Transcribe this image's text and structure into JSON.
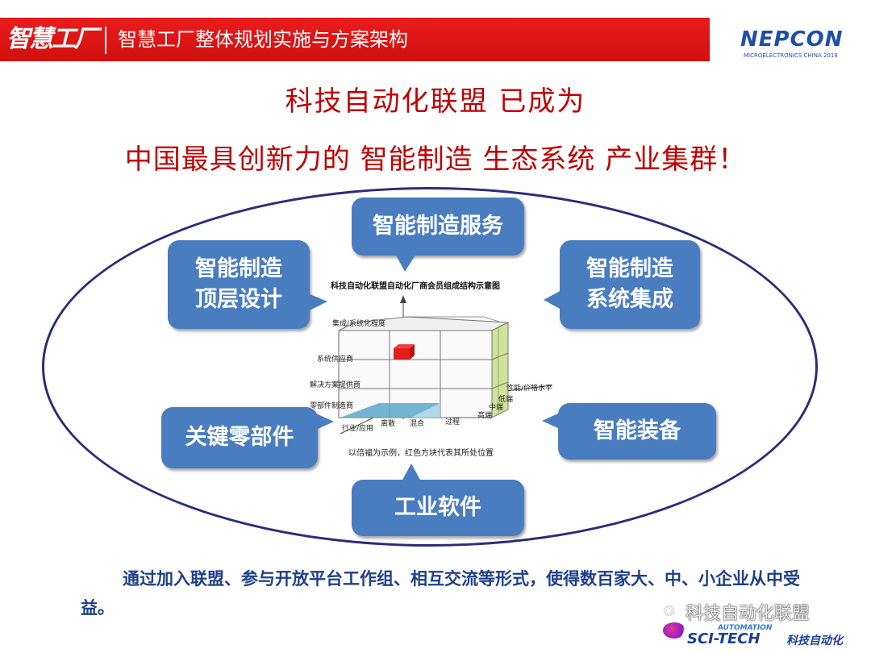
{
  "header": {
    "logo_text": "智慧工厂",
    "title": "智慧工厂整体规划实施与方案架构"
  },
  "nepcon": {
    "name": "NEPCON",
    "sub": "MICROELECTRONICS CHINA 2018"
  },
  "headline": {
    "line1": "科技自动化联盟 已成为",
    "line2": "中国最具创新力的 智能制造 生态系统 产业集群！"
  },
  "bubbles": {
    "service": "智能制造服务",
    "top_design_line1": "智能制造",
    "top_design_line2": "顶层设计",
    "integration_line1": "智能制造",
    "integration_line2": "系统集成",
    "parts": "关键零部件",
    "equipment": "智能装备",
    "software": "工业软件"
  },
  "diagram": {
    "title": "科技自动化联盟自动化厂商会员组成结构示意图",
    "y_axis_label": "集成/系统化程度",
    "y_levels": [
      "系统供应商",
      "解决方案提供商",
      "零部件制造商"
    ],
    "x_axis_label": "行业/应用",
    "x_levels": [
      "离散",
      "混合",
      "过程"
    ],
    "z_axis_label": "性能/价格水平",
    "z_levels": [
      "低端",
      "中端",
      "高端"
    ],
    "note": "以倍福为示例，红色方块代表其所处位置"
  },
  "bottom_text": "通过加入联盟、参与开放平台工作组、相互交流等形式，使得数百家大、中、小企业从中受益。",
  "watermark": {
    "text": "科技自动化联盟",
    "brand_top": "AUTOMATION",
    "brand": "SCI-TECH",
    "brand_cn": "科技自动化"
  },
  "colors": {
    "header_red": "#d90f0f",
    "headline_red": "#c00000",
    "bubble_blue": "#4a7dbf",
    "ellipse_navy": "#2c2d78",
    "text_navy": "#1f3f8a"
  }
}
